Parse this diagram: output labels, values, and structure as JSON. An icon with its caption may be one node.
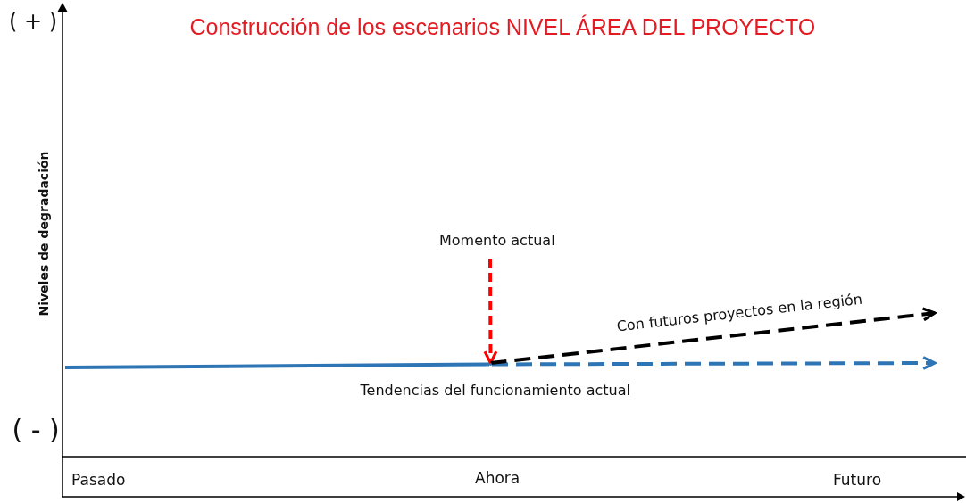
{
  "diagram": {
    "title": "Construcción de los escenarios  NIVEL ÁREA DEL PROYECTO",
    "nodes": [
      {
        "text": [
          "Momento actual"
        ]
      },
      {
        "text": [],
        "shape": "point"
      }
    ],
    "edges": [
      {
        "from": 0,
        "to": 1,
        "arrow": "to",
        "style": "dashed",
        "color": "#ff0000"
      },
      {
        "from": null,
        "to": 1,
        "arrow": "none"
      },
      {
        "from": 1,
        "to": null,
        "arrow": "to",
        "style": "dashed"
      },
      {
        "from": 1,
        "to": null,
        "arrow": "to",
        "style": "dashed",
        "color": "#000000",
        "label": "Con futuros  proyectos en la región"
      }
    ],
    "labels": [
      "( + )",
      "Niveles de degradación",
      "Tendencias del funcionamiento actual",
      "( - )",
      "Pasado",
      "Ahora",
      "Futuro"
    ]
  }
}
